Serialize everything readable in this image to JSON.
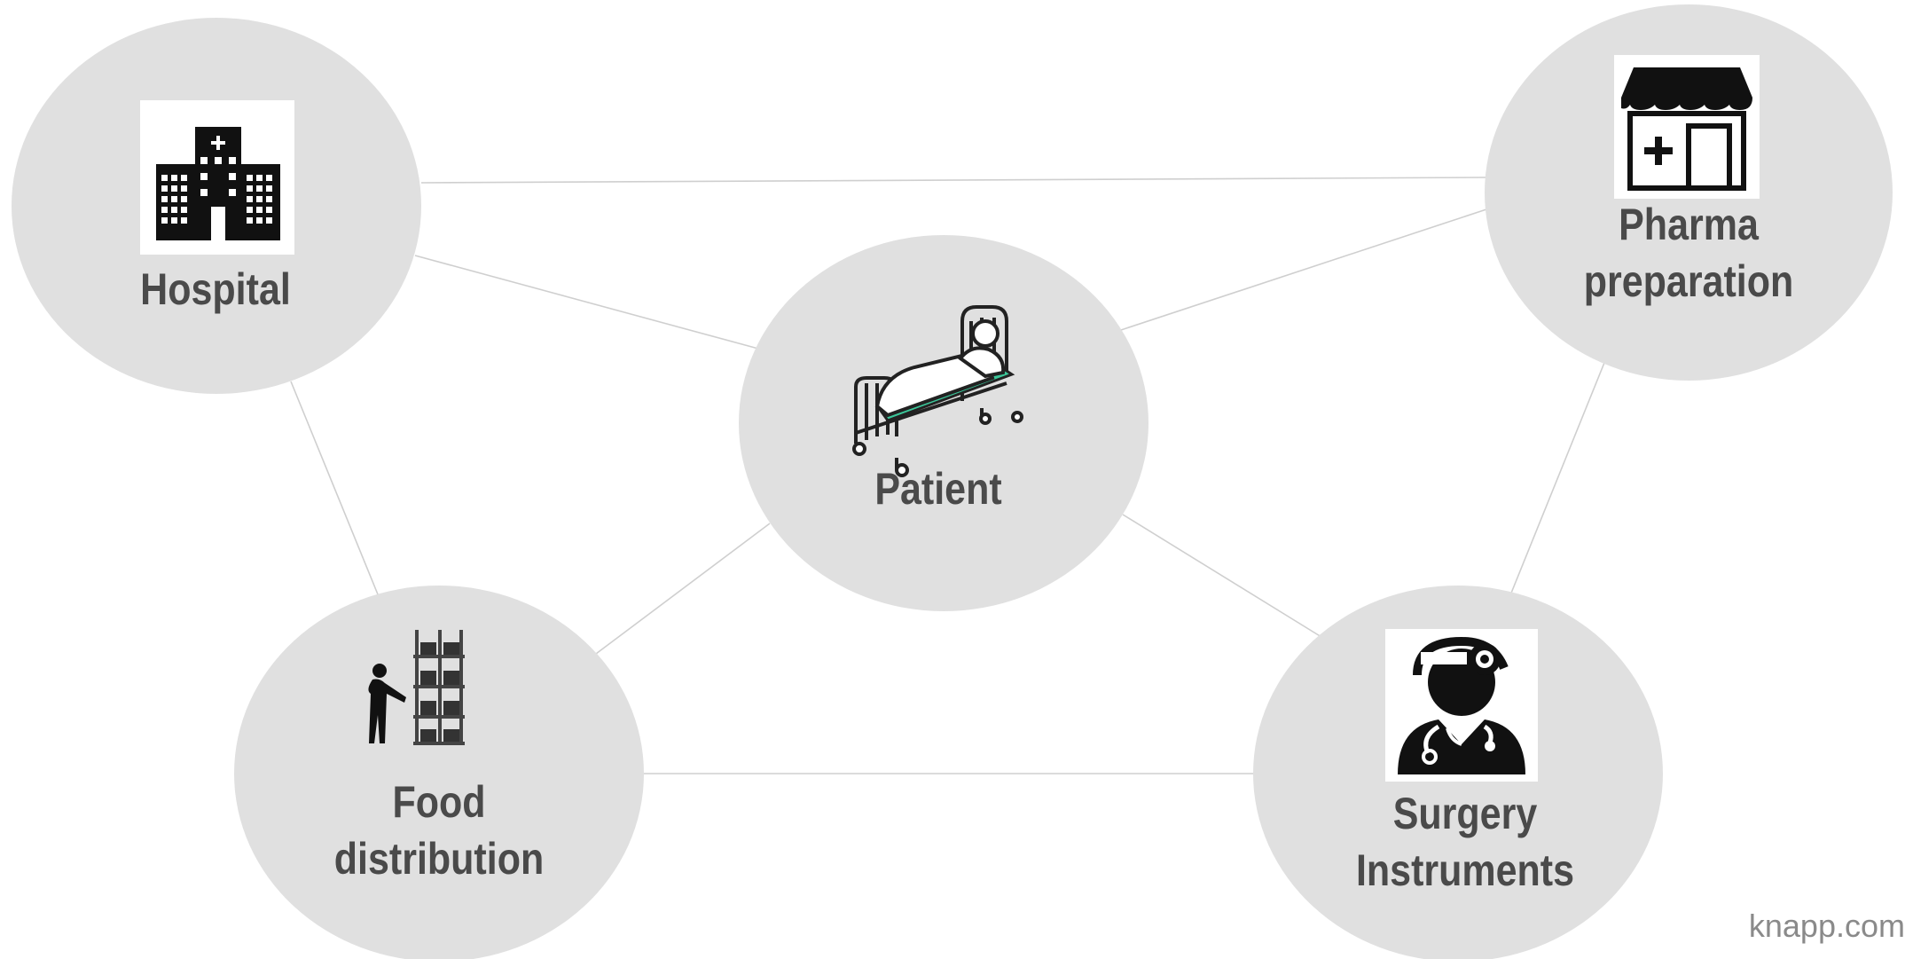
{
  "nodes": {
    "hospital": {
      "label": "Hospital",
      "icon": "hospital-building-icon"
    },
    "pharma": {
      "label": "Pharma\npreparation",
      "icon": "pharmacy-store-icon"
    },
    "patient": {
      "label": "Patient",
      "icon": "hospital-bed-patient-icon"
    },
    "food": {
      "label": "Food\ndistribution",
      "icon": "warehouse-shelf-worker-icon"
    },
    "surgery": {
      "label": "Surgery\nInstruments",
      "icon": "surgeon-stethoscope-icon"
    }
  },
  "footer": {
    "text": "knapp.com"
  },
  "colors": {
    "node_fill": "#e0e0e0",
    "edge": "#cfcfcf",
    "label": "#4a4a4a",
    "icon": "#111111",
    "bed_sheet_accent": "#3cc79a"
  }
}
